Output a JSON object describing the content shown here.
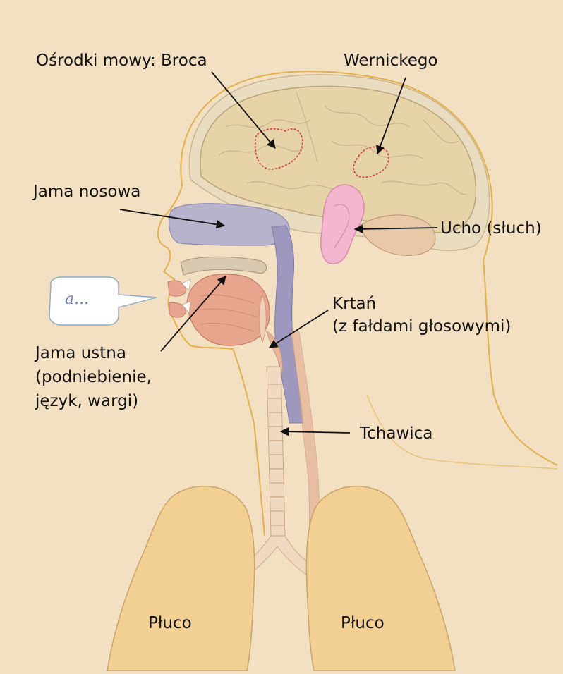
{
  "labels": {
    "broca": "Ośrodki mowy: Broca",
    "wernicke": "Wernickego",
    "nasal": "Jama nosowa",
    "ear": "Ucho (słuch)",
    "larynx_1": "Krtań",
    "larynx_2": "(z fałdami głosowymi)",
    "mouth_1": "Jama ustna",
    "mouth_2": "(podniebienie,",
    "mouth_3": "język, wargi)",
    "trachea": "Tchawica",
    "lung_left": "Płuco",
    "lung_right": "Płuco"
  },
  "speech": {
    "text": "a..."
  },
  "colors": {
    "background": "#f3e0c2",
    "skin_outline": "#e2b04e",
    "brain": "#e6d3a8",
    "brain_outline": "#b9a478",
    "lungs": "#f2cf93",
    "ear": "#f2b6cf",
    "nasal_cavity": "#b8b3cc",
    "pharynx": "#9e98bf",
    "muscle": "#e6a58c",
    "trachea": "#f0d9c0",
    "speech_areas": "#d23a4a",
    "arrows": "#111111"
  }
}
